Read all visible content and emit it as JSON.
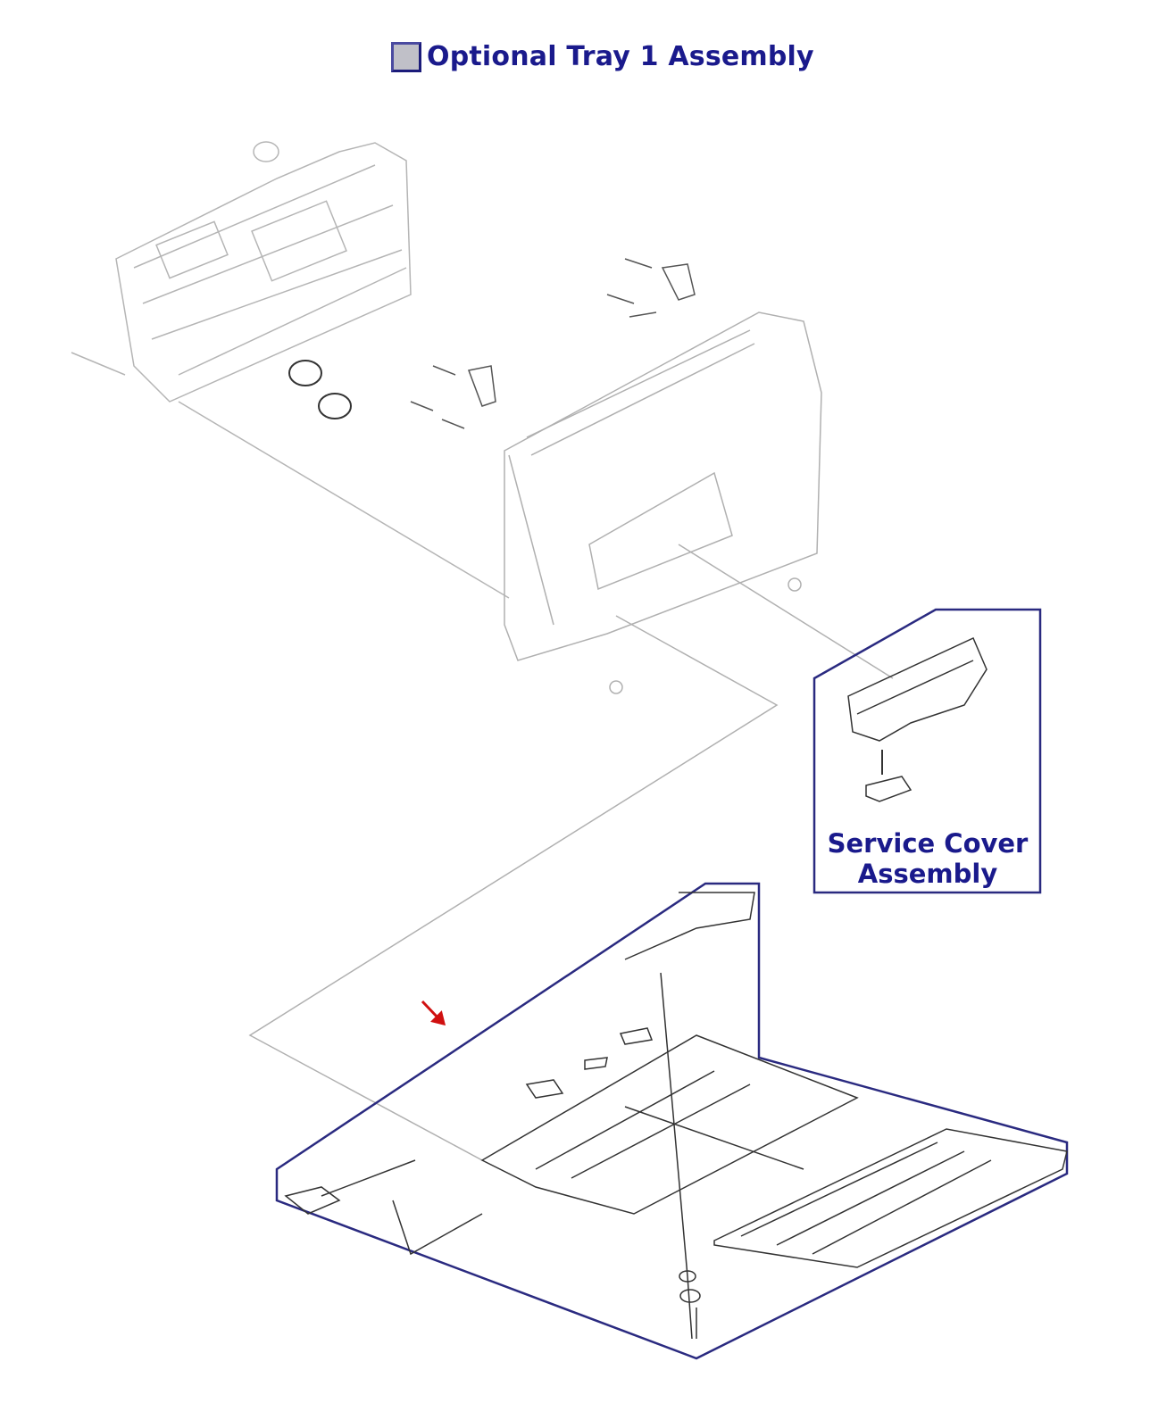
{
  "title": "Optional Tray 1 Assembly",
  "callouts": {
    "service_cover_line1": "Service Cover",
    "service_cover_line2": "Assembly"
  },
  "colors": {
    "title": "#1a1a8c",
    "frame": "#2a2a80",
    "arrow": "#d01010",
    "drawing": "#b8b8b8"
  }
}
